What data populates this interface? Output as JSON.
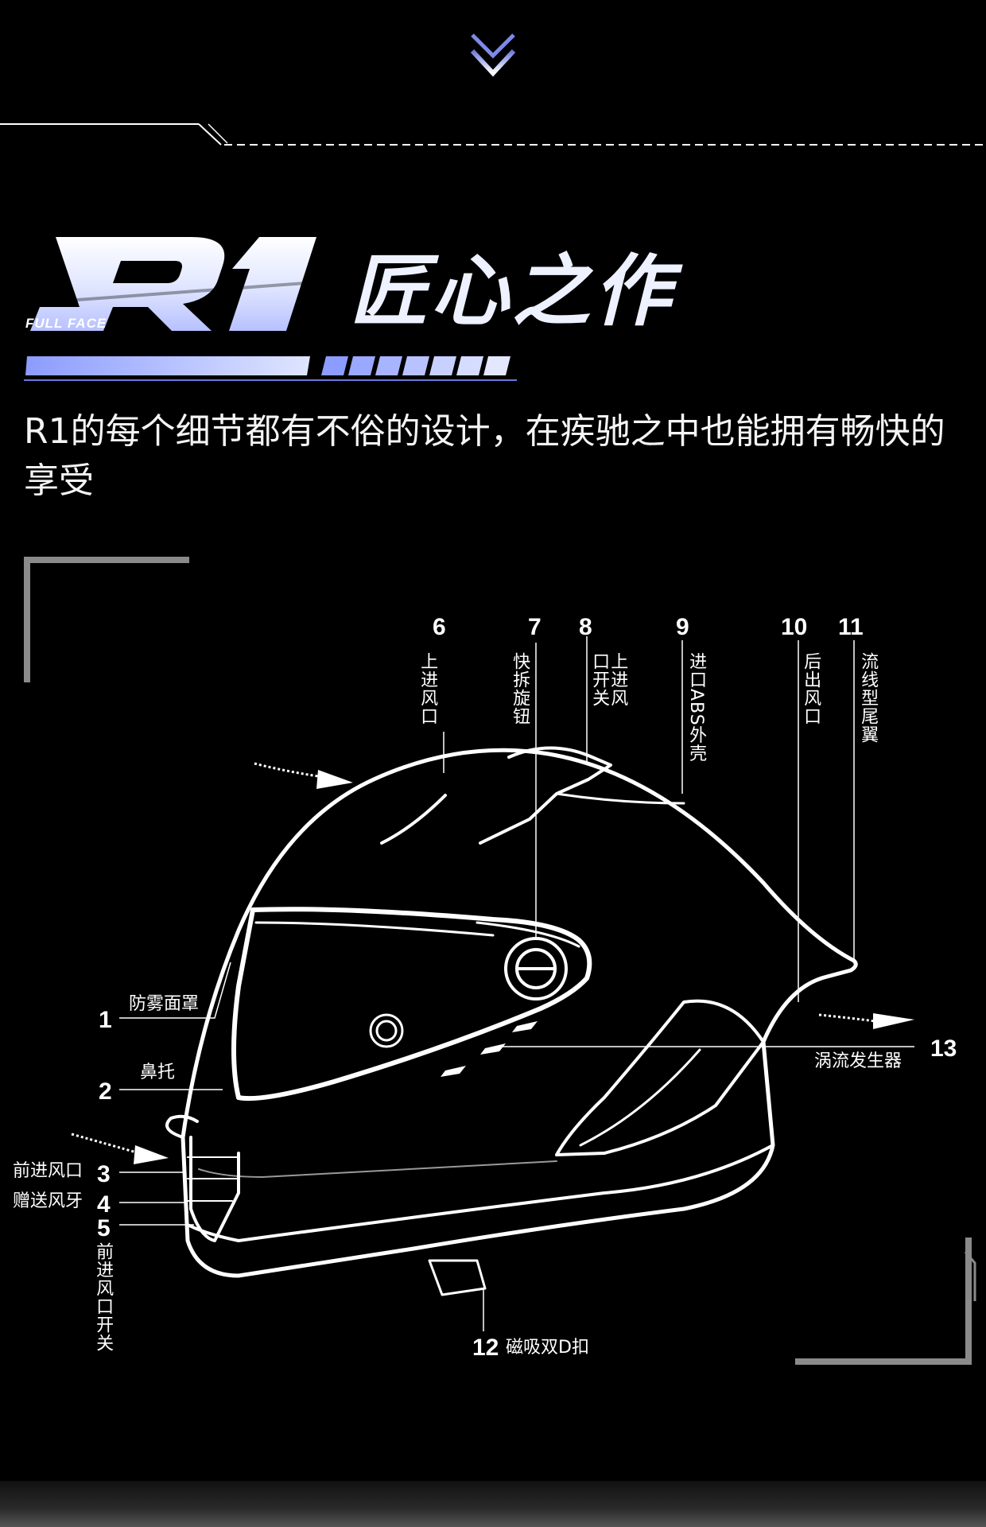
{
  "brand": {
    "logo_text": "R1",
    "logo_sub": "FULL FACE",
    "heading": "匠心之作"
  },
  "description": "R1的每个细节都有不俗的设计，在疾驰之中也能拥有畅快的享受",
  "colors": {
    "background": "#000000",
    "accent_blue": "#8c9cff",
    "line": "#ffffff"
  },
  "parts": {
    "p1": {
      "num": "1",
      "label": "防雾面罩"
    },
    "p2": {
      "num": "2",
      "label": "鼻托"
    },
    "p3": {
      "num": "3",
      "label": "前进风口"
    },
    "p4": {
      "num": "4",
      "label": "赠送风牙"
    },
    "p5": {
      "num": "5",
      "label": "前进风口开关"
    },
    "p6": {
      "num": "6",
      "label": "上进风口"
    },
    "p7": {
      "num": "7",
      "label": "快拆旋钮"
    },
    "p8": {
      "num": "8",
      "label": "上进风口开关"
    },
    "p9": {
      "num": "9",
      "label": "进口ABS外壳"
    },
    "p10": {
      "num": "10",
      "label": "后出风口"
    },
    "p11": {
      "num": "11",
      "label": "流线型尾翼"
    },
    "p12": {
      "num": "12",
      "label": "磁吸双D扣"
    },
    "p13": {
      "num": "13",
      "label": "涡流发生器"
    }
  },
  "icons": [
    "chevron-down-icon",
    "airflow-arrow-icon"
  ]
}
